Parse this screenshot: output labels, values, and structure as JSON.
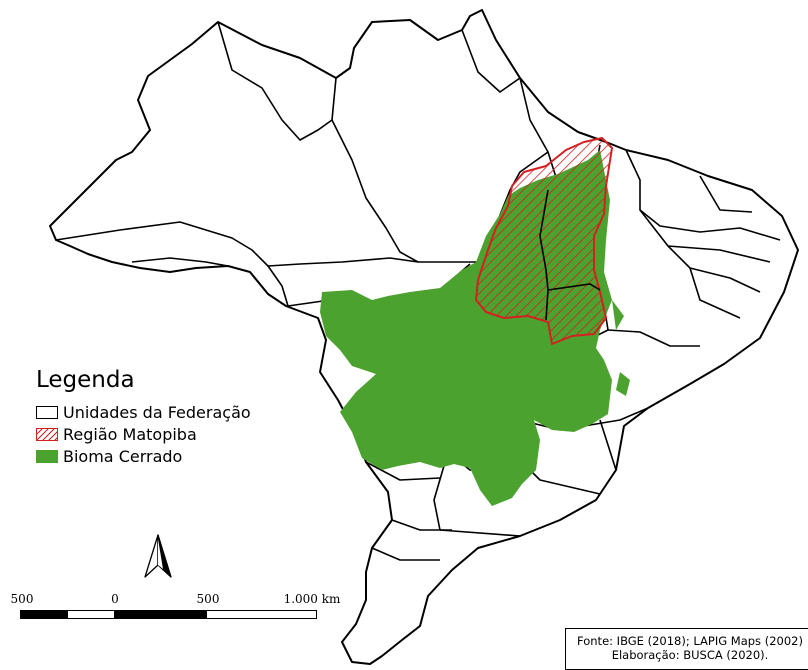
{
  "legend": {
    "title": "Legenda",
    "items": [
      {
        "label": "Unidades da Federação",
        "color": "#000000"
      },
      {
        "label": "Região Matopiba",
        "color": "#d42020"
      },
      {
        "label": "Bioma Cerrado",
        "color": "#4ca22f"
      }
    ]
  },
  "scale": {
    "labels": [
      "500",
      "0",
      "500",
      "1.000 km"
    ],
    "unit": "km"
  },
  "north_arrow": {
    "icon": "north-arrow-icon"
  },
  "source": {
    "line1": "Fonte: IBGE (2018); LAPIG Maps (2002)",
    "line2": "Elaboração: BUSCA (2020)."
  },
  "colors": {
    "cerrado": "#4ca22f",
    "matopiba": "#d42020",
    "borders": "#000000"
  }
}
